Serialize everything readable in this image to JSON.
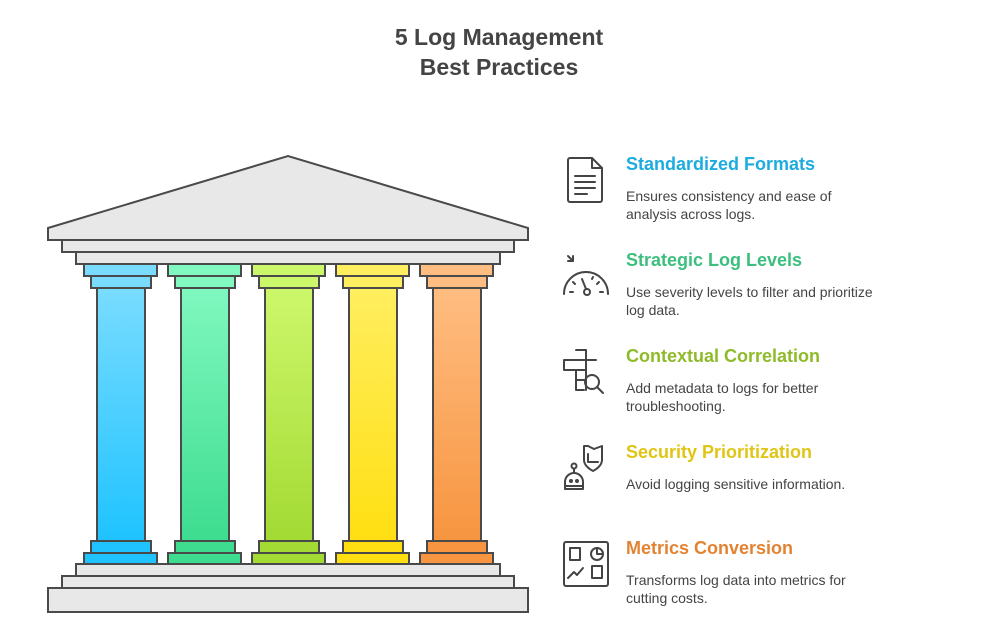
{
  "title": {
    "line1": "5 Log Management",
    "line2": "Best Practices"
  },
  "pillars": [
    {
      "top": "#79dcff",
      "bottom": "#1fc3ff"
    },
    {
      "top": "#80f8bf",
      "bottom": "#3ddc8f"
    },
    {
      "top": "#cdf76b",
      "bottom": "#a3da33"
    },
    {
      "top": "#ffee5f",
      "bottom": "#ffdf12"
    },
    {
      "top": "#ffbd81",
      "bottom": "#f79540"
    }
  ],
  "practices": [
    {
      "title": "Standardized Formats",
      "desc": "Ensures consistency and ease of analysis across logs.",
      "color": "#1cacdf",
      "icon": "document-icon"
    },
    {
      "title": "Strategic Log Levels",
      "desc": "Use severity levels to filter and prioritize log data.",
      "color": "#3cbf7e",
      "icon": "gauge-icon"
    },
    {
      "title": "Contextual Correlation",
      "desc": "Add metadata to logs for better troubleshooting.",
      "color": "#8fbb2a",
      "icon": "table-search-icon"
    },
    {
      "title": "Security Prioritization",
      "desc": "Avoid logging sensitive information.",
      "color": "#e0c514",
      "icon": "shield-robot-icon"
    },
    {
      "title": "Metrics Conversion",
      "desc": "Transforms log data into metrics for cutting costs.",
      "color": "#e38332",
      "icon": "dashboard-icon"
    }
  ]
}
